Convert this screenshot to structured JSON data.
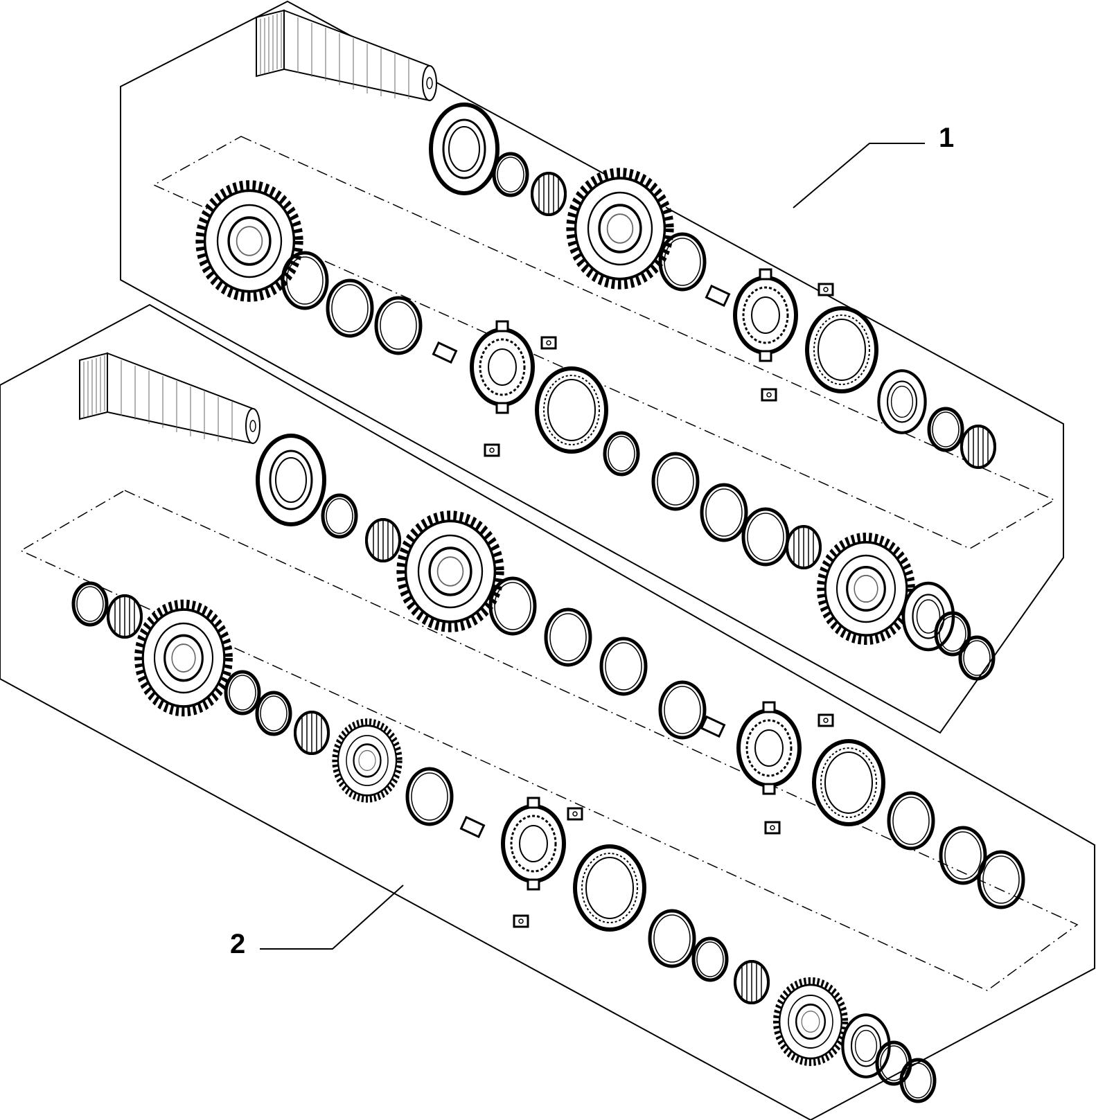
{
  "diagram": {
    "callouts": [
      {
        "id": "callout-1",
        "label": "1"
      },
      {
        "id": "callout-2",
        "label": "2"
      }
    ],
    "colors": {
      "line": "#000000",
      "background": "#ffffff",
      "hatch": "#666666"
    }
  }
}
